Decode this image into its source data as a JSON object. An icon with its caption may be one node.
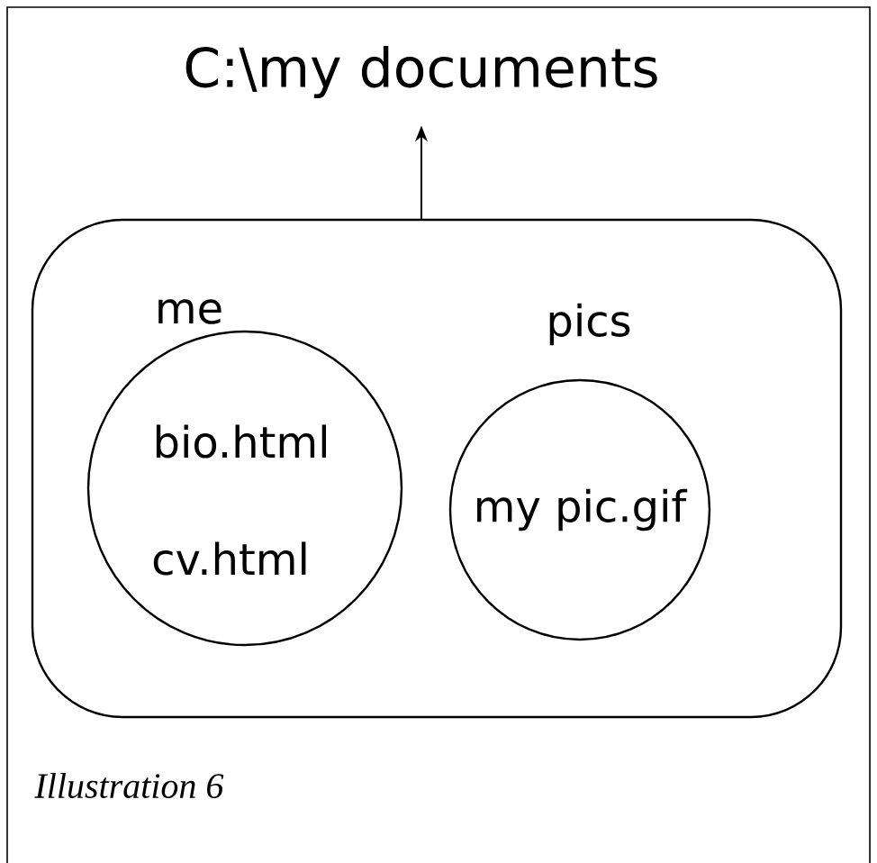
{
  "diagram": {
    "caption": "Illustration 6",
    "nodes": [
      {
        "text": [
          "C:\\my documents"
        ]
      },
      {
        "text": [],
        "shape": "box"
      },
      {
        "text": [
          "me",
          "bio.html",
          "cv.html"
        ],
        "in": 1
      },
      {
        "text": [
          "pics",
          "my pic.gif"
        ],
        "in": 1
      }
    ],
    "edges": [
      {
        "from": 1,
        "to": 0,
        "arrow": "to"
      }
    ]
  }
}
